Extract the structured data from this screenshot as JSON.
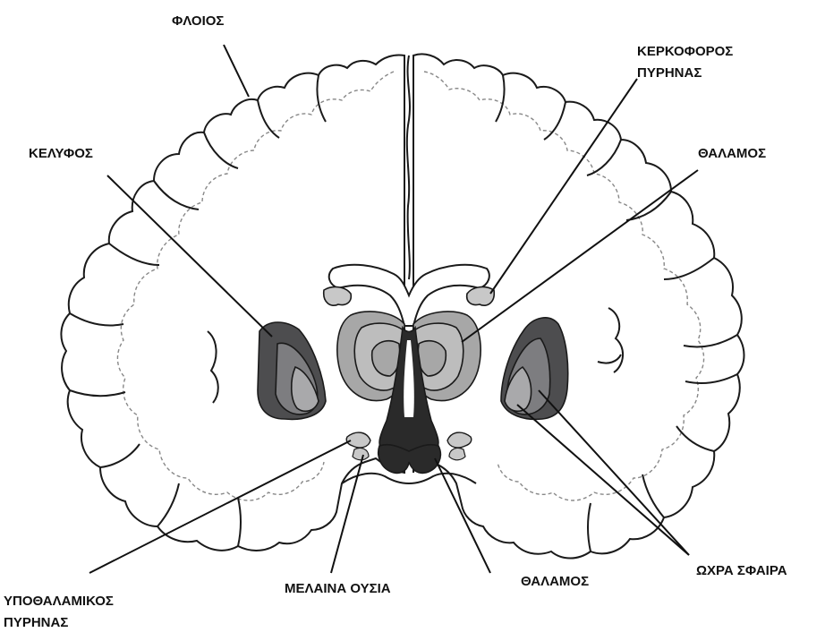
{
  "labels": {
    "cortex": "ΦΛΟΙΟΣ",
    "caudate_line1": "ΚΕΡΚΟΦΟΡΟΣ",
    "caudate_line2": "ΠΥΡΗΝΑΣ",
    "putamen": "ΚΕΛΥΦΟΣ",
    "thalamus_upper": "ΘΑΛΑΜΟΣ",
    "subthalamic_line1": "ΥΠΟΘΑΛΑΜΙΚΟΣ",
    "subthalamic_line2": "ΠΥΡΗΝΑΣ",
    "substantia_nigra": "ΜΕΛΑΙΝΑ ΟΥΣΙΑ",
    "thalamus_lower": "ΘΑΛΑΜΟΣ",
    "globus_pallidus": "ΩΧΡΑ ΣΦΑΙΡΑ"
  },
  "colors": {
    "outline": "#1a1a1a",
    "dashed": "#888888",
    "putamen_dark": "#4d4d4f",
    "pallidus_mid": "#7d7d80",
    "pallidus_light": "#a9a9ab",
    "thalamus_fill": "#a7a7a7",
    "thalamus_light": "#bdbdbd",
    "ventricle_dark": "#2a2a2a",
    "nucleus_light": "#c8c8c8"
  }
}
